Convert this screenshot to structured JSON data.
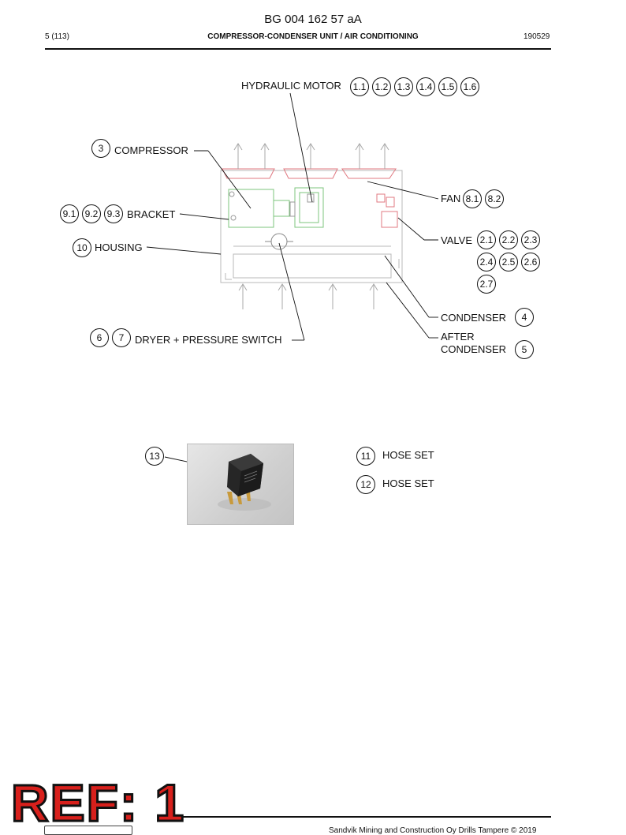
{
  "header": {
    "doc_id": "BG 004 162 57 aA",
    "page": "5 (113)",
    "title": "COMPRESSOR-CONDENSER UNIT / AIR CONDITIONING",
    "date": "190529"
  },
  "labels": {
    "hydraulic_motor": "HYDRAULIC MOTOR",
    "compressor": "COMPRESSOR",
    "bracket": "BRACKET",
    "housing": "HOUSING",
    "fan": "FAN",
    "valve": "VALVE",
    "condenser": "CONDENSER",
    "after_condenser_1": "AFTER",
    "after_condenser_2": "CONDENSER",
    "dryer": "DRYER + PRESSURE SWITCH",
    "hose_set_11": "HOSE SET",
    "hose_set_12": "HOSE SET"
  },
  "callouts": {
    "hm": [
      "1.1",
      "1.2",
      "1.3",
      "1.4",
      "1.5",
      "1.6"
    ],
    "compressor": "3",
    "bracket": [
      "9.1",
      "9.2",
      "9.3"
    ],
    "housing": "10",
    "fan": [
      "8.1",
      "8.2"
    ],
    "valve": [
      "2.1",
      "2.2",
      "2.3",
      "2.4",
      "2.5",
      "2.6",
      "2.7"
    ],
    "condenser": "4",
    "after_condenser": "5",
    "dryer": [
      "6",
      "7"
    ],
    "relay": "13",
    "hose_11": "11",
    "hose_12": "12"
  },
  "stamp": "REF: 1",
  "footer": "Sandvik Mining and Construction Oy Drills Tampere © 2019"
}
